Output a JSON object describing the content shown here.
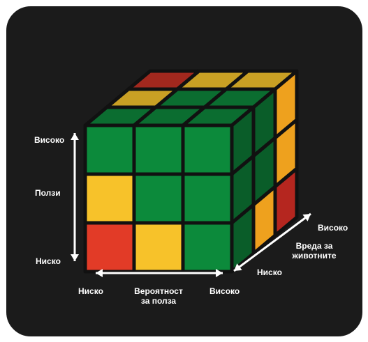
{
  "colors": {
    "background": "#1b1b1b",
    "frame": "#ffffff",
    "green_front": "#0c8a3b",
    "green_top": "#0b6d30",
    "green_side": "#0a5d29",
    "yellow": "#f7c22a",
    "yellow_top": "#c9a024",
    "orange_side": "#eea11e",
    "red": "#e23b27",
    "red_top": "#a2281e",
    "red_side": "#b5261f",
    "grid_line": "#111111",
    "text": "#ffffff"
  },
  "cube": {
    "front_face": [
      [
        "green",
        "green",
        "green"
      ],
      [
        "yellow",
        "green",
        "green"
      ],
      [
        "red",
        "yellow",
        "green"
      ]
    ],
    "top_face": [
      [
        "red",
        "yellow",
        "yellow"
      ],
      [
        "yellow",
        "green",
        "green"
      ],
      [
        "green",
        "green",
        "green"
      ]
    ],
    "side_face": [
      [
        "green",
        "green",
        "orange"
      ],
      [
        "green",
        "green",
        "orange"
      ],
      [
        "green",
        "orange",
        "red"
      ]
    ]
  },
  "axes": {
    "vertical": {
      "title": "Ползи",
      "high": "Високо",
      "low": "Ниско"
    },
    "horizontal": {
      "title_line1": "Вероятност",
      "title_line2": "за полза",
      "low": "Ниско",
      "high": "Високо"
    },
    "depth": {
      "title_line1": "Вреда за",
      "title_line2": "животните",
      "low": "Ниско",
      "high": "Високо"
    }
  }
}
